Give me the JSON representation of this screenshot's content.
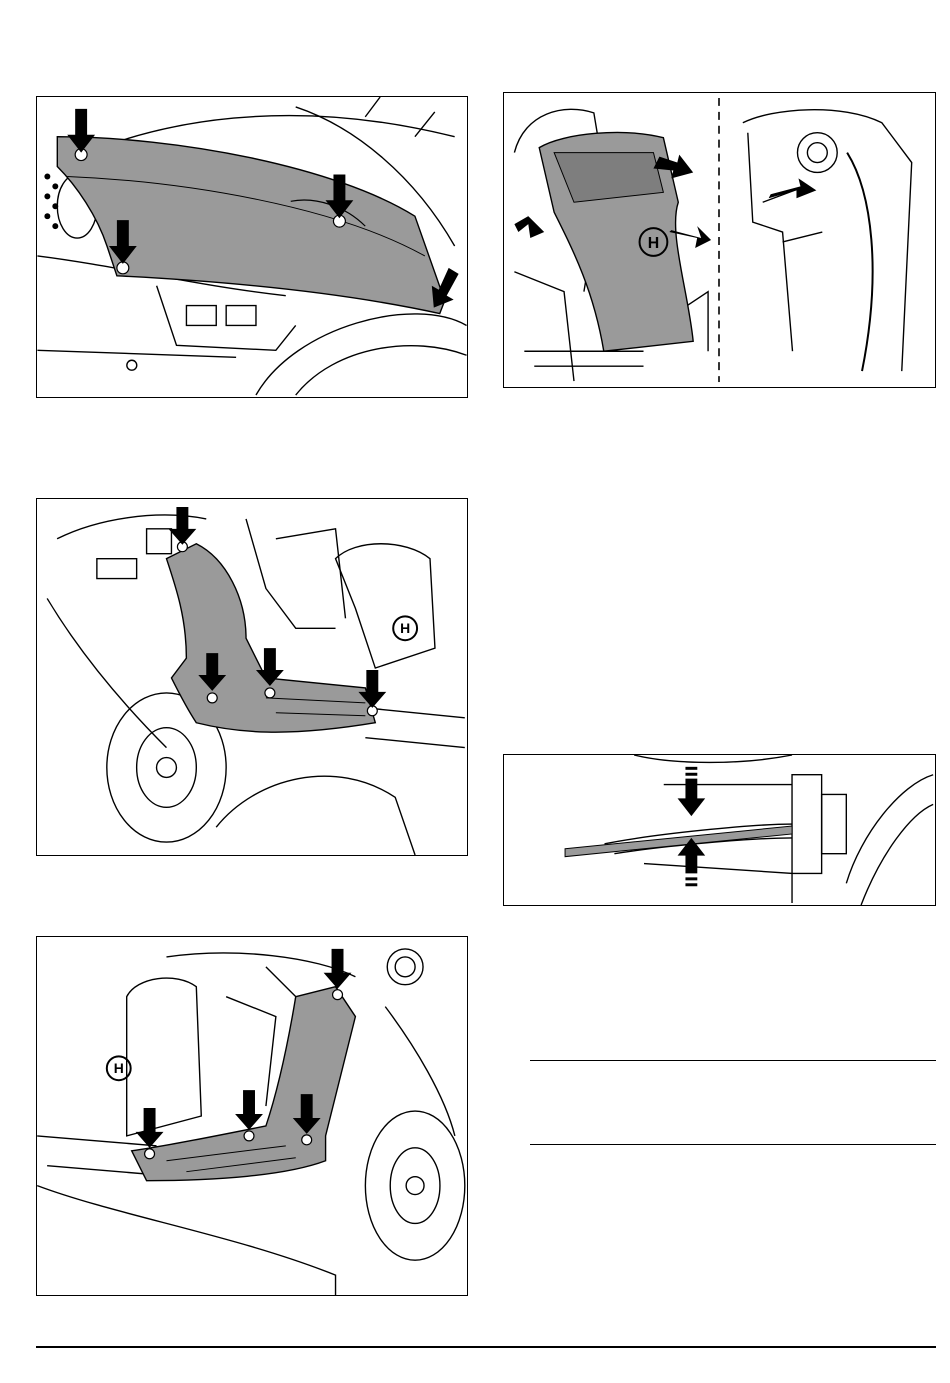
{
  "page": {
    "figures": [
      {
        "id": "fig-side-panel",
        "arrows": 4,
        "logo": false
      },
      {
        "id": "fig-seat-cover",
        "arrows": 2,
        "logo": true
      },
      {
        "id": "fig-left-footplate",
        "arrows": 4,
        "logo": true
      },
      {
        "id": "fig-gap-check",
        "arrows": 2,
        "logo": false
      },
      {
        "id": "fig-right-footplate",
        "arrows": 4,
        "logo": true
      }
    ],
    "colors": {
      "ink": "#000000",
      "panel_fill": "#9a9a9a",
      "background": "#ffffff"
    },
    "icon_names": [
      "down-arrow-icon",
      "husqvarna-logo-icon"
    ]
  }
}
